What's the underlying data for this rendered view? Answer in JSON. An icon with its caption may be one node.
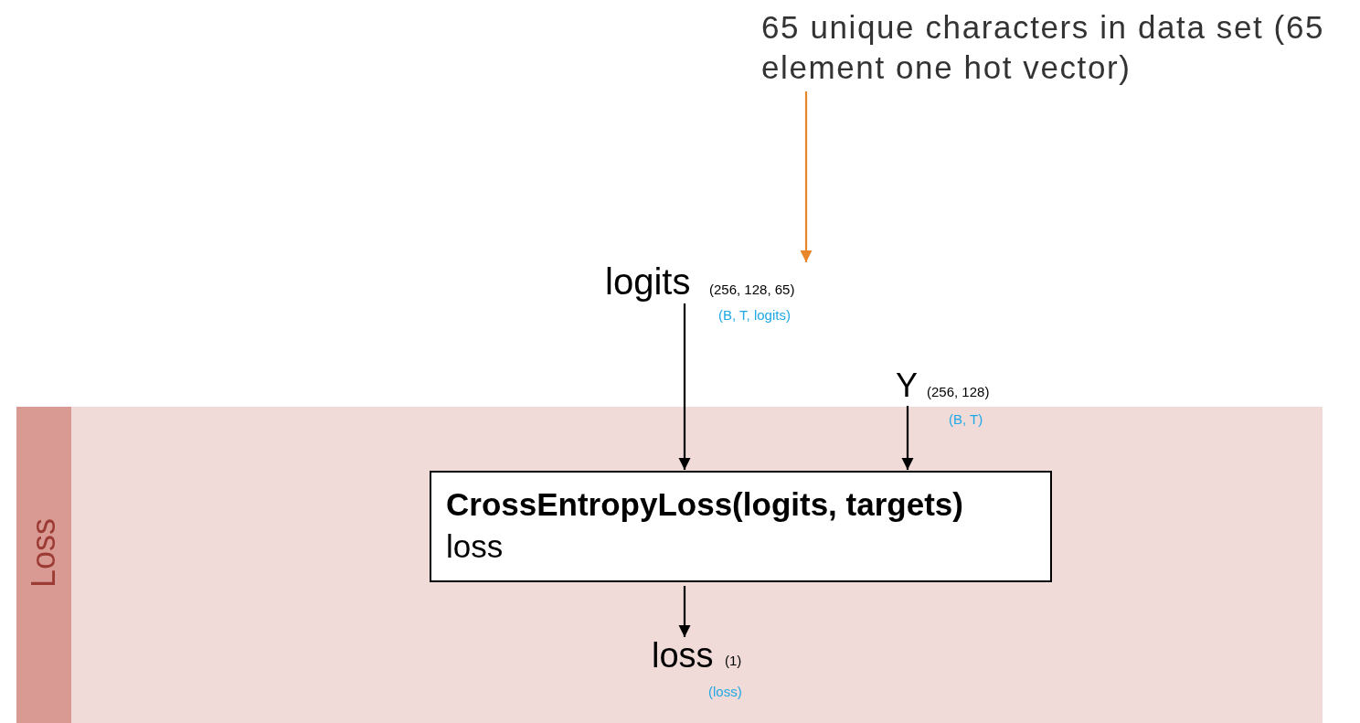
{
  "diagram": {
    "nodes": [
      {
        "text": [
          "65 unique characters in data set (65 element one hot vector)"
        ]
      },
      {
        "text": [
          "Loss"
        ]
      },
      {
        "text": [
          "logits"
        ],
        "beside": [
          "(256, 128, 65)",
          "(B, T, logits)"
        ]
      },
      {
        "text": [
          "Y"
        ],
        "beside": [
          "(256, 128)",
          "(B, T)"
        ]
      },
      {
        "text": [
          "CrossEntropyLoss(logits, targets)",
          "loss"
        ],
        "in": 1
      },
      {
        "text": [
          "loss"
        ],
        "in": 1,
        "beside": [
          "(1)",
          "(loss)"
        ]
      }
    ],
    "edges": [
      {
        "from": 0,
        "to": 2,
        "arrow": "to",
        "color": "#e8872a"
      },
      {
        "from": 2,
        "to": 4,
        "arrow": "to"
      },
      {
        "from": 3,
        "to": 4,
        "arrow": "to"
      },
      {
        "from": 4,
        "to": 5,
        "arrow": "to"
      }
    ]
  }
}
